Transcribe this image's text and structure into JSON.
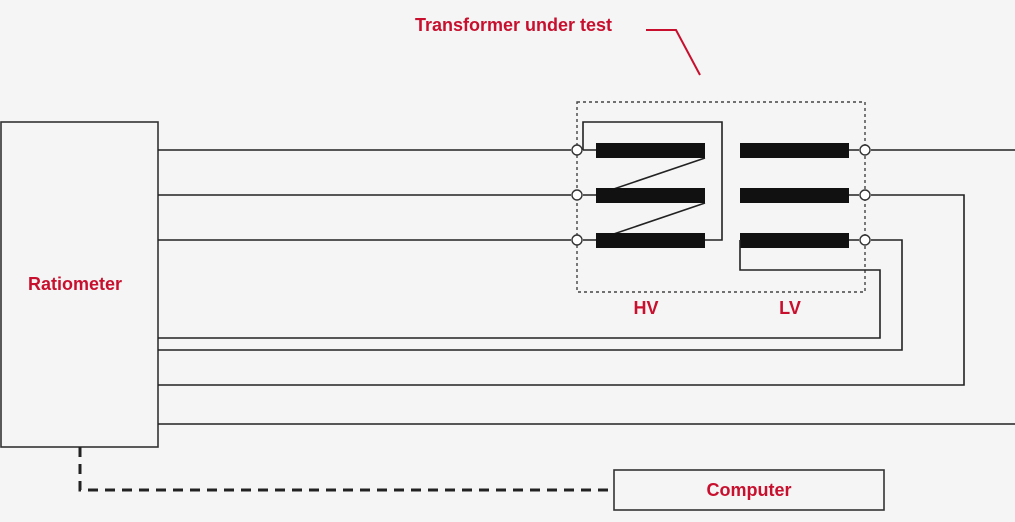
{
  "diagram": {
    "title_annotation": "Transformer under test",
    "ratiometer_label": "Ratiometer",
    "computer_label": "Computer",
    "hv_label": "HV",
    "lv_label": "LV",
    "colors": {
      "accent": "#c8102e",
      "line": "#222222",
      "coil": "#111111",
      "background": "#f5f5f5"
    }
  }
}
